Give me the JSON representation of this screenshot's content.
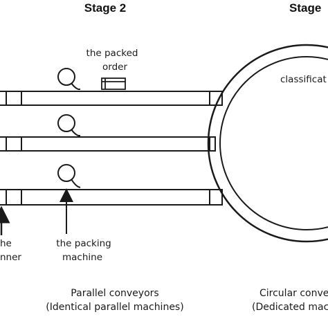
{
  "stages": {
    "stage_2": "Stage 2",
    "stage_3": "Stage"
  },
  "labels": {
    "packed_order_line1": "the packed",
    "packed_order_line2": "order",
    "classification": "classificat",
    "scanner_line1": "he",
    "scanner_line2": "nner",
    "packing_machine_line1": "the packing",
    "packing_machine_line2": "machine"
  },
  "captions": {
    "parallel_line1": "Parallel conveyors",
    "parallel_line2": "(Identical parallel machines)",
    "circular_line1": "Circular conve",
    "circular_line2": "(Dedicated mac"
  },
  "icons": {
    "packing_machine": "coil-icon",
    "packed_order": "box-icon",
    "scanner_arrow": "up-arrow-icon",
    "pointer_arrow": "up-arrow-icon"
  },
  "colors": {
    "stroke": "#1a1a1a",
    "background": "#ffffff"
  }
}
